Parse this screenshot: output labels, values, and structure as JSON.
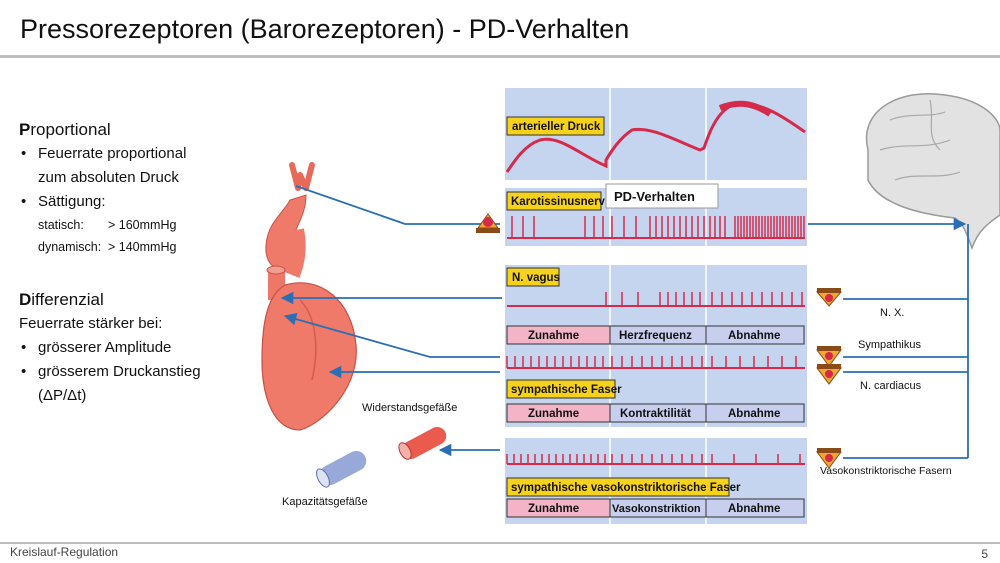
{
  "slide": {
    "title": "Pressorezeptoren (Barorezeptoren)  -  PD-Verhalten",
    "footer_left": "Kreislauf-Regulation",
    "page_number": "5"
  },
  "left_text": {
    "proportional": {
      "heading_first": "P",
      "heading_rest": "roportional",
      "bullet1": "Feuerrate proportional",
      "bullet1_cont": "zum absoluten Druck",
      "bullet2": "Sättigung:",
      "static_label": "statisch:",
      "static_value": "> 160mmHg",
      "dynamic_label": "dynamisch:",
      "dynamic_value": "> 140mmHg"
    },
    "differential": {
      "heading_first": "D",
      "heading_rest": "ifferenzial",
      "intro": "Feuerrate stärker bei:",
      "bullet1": "grösserer Amplitude",
      "bullet2": "grösserem Druckanstieg",
      "bullet2_cont": "(ΔP/Δt)"
    }
  },
  "diagram": {
    "panel1_label": "arterieller Druck",
    "panel2_label": "Karotissinusnerv",
    "pd_callout": "PD-Verhalten",
    "panel3_label": "N. vagus",
    "row1": [
      "Zunahme",
      "Herzfrequenz",
      "Abnahme"
    ],
    "panel4_label": "sympathische Faser",
    "row2": [
      "Zunahme",
      "Kontraktilität",
      "Abnahme"
    ],
    "panel5_label": "sympathische vasokonstriktorische Faser",
    "row3": [
      "Zunahme",
      "Vasokonstriktion",
      "Abnahme"
    ],
    "right_labels": {
      "nx": "N. X.",
      "sympathikus": "Sympathikus",
      "ncardiacus": "N. cardiacus",
      "vaso": "Vasokonstriktorische Fasern"
    },
    "vessel_labels": {
      "resistance": "Widerstandsgefäße",
      "capacitance": "Kapazitätsgefäße"
    },
    "colors": {
      "panel_bg": "#c5d5f0",
      "trace": "#d62a4a",
      "label_box": "#f6d21a",
      "row_pink": "#f2b4c6",
      "row_blue": "#c8cfee",
      "arrow": "#2a6fb6"
    }
  }
}
